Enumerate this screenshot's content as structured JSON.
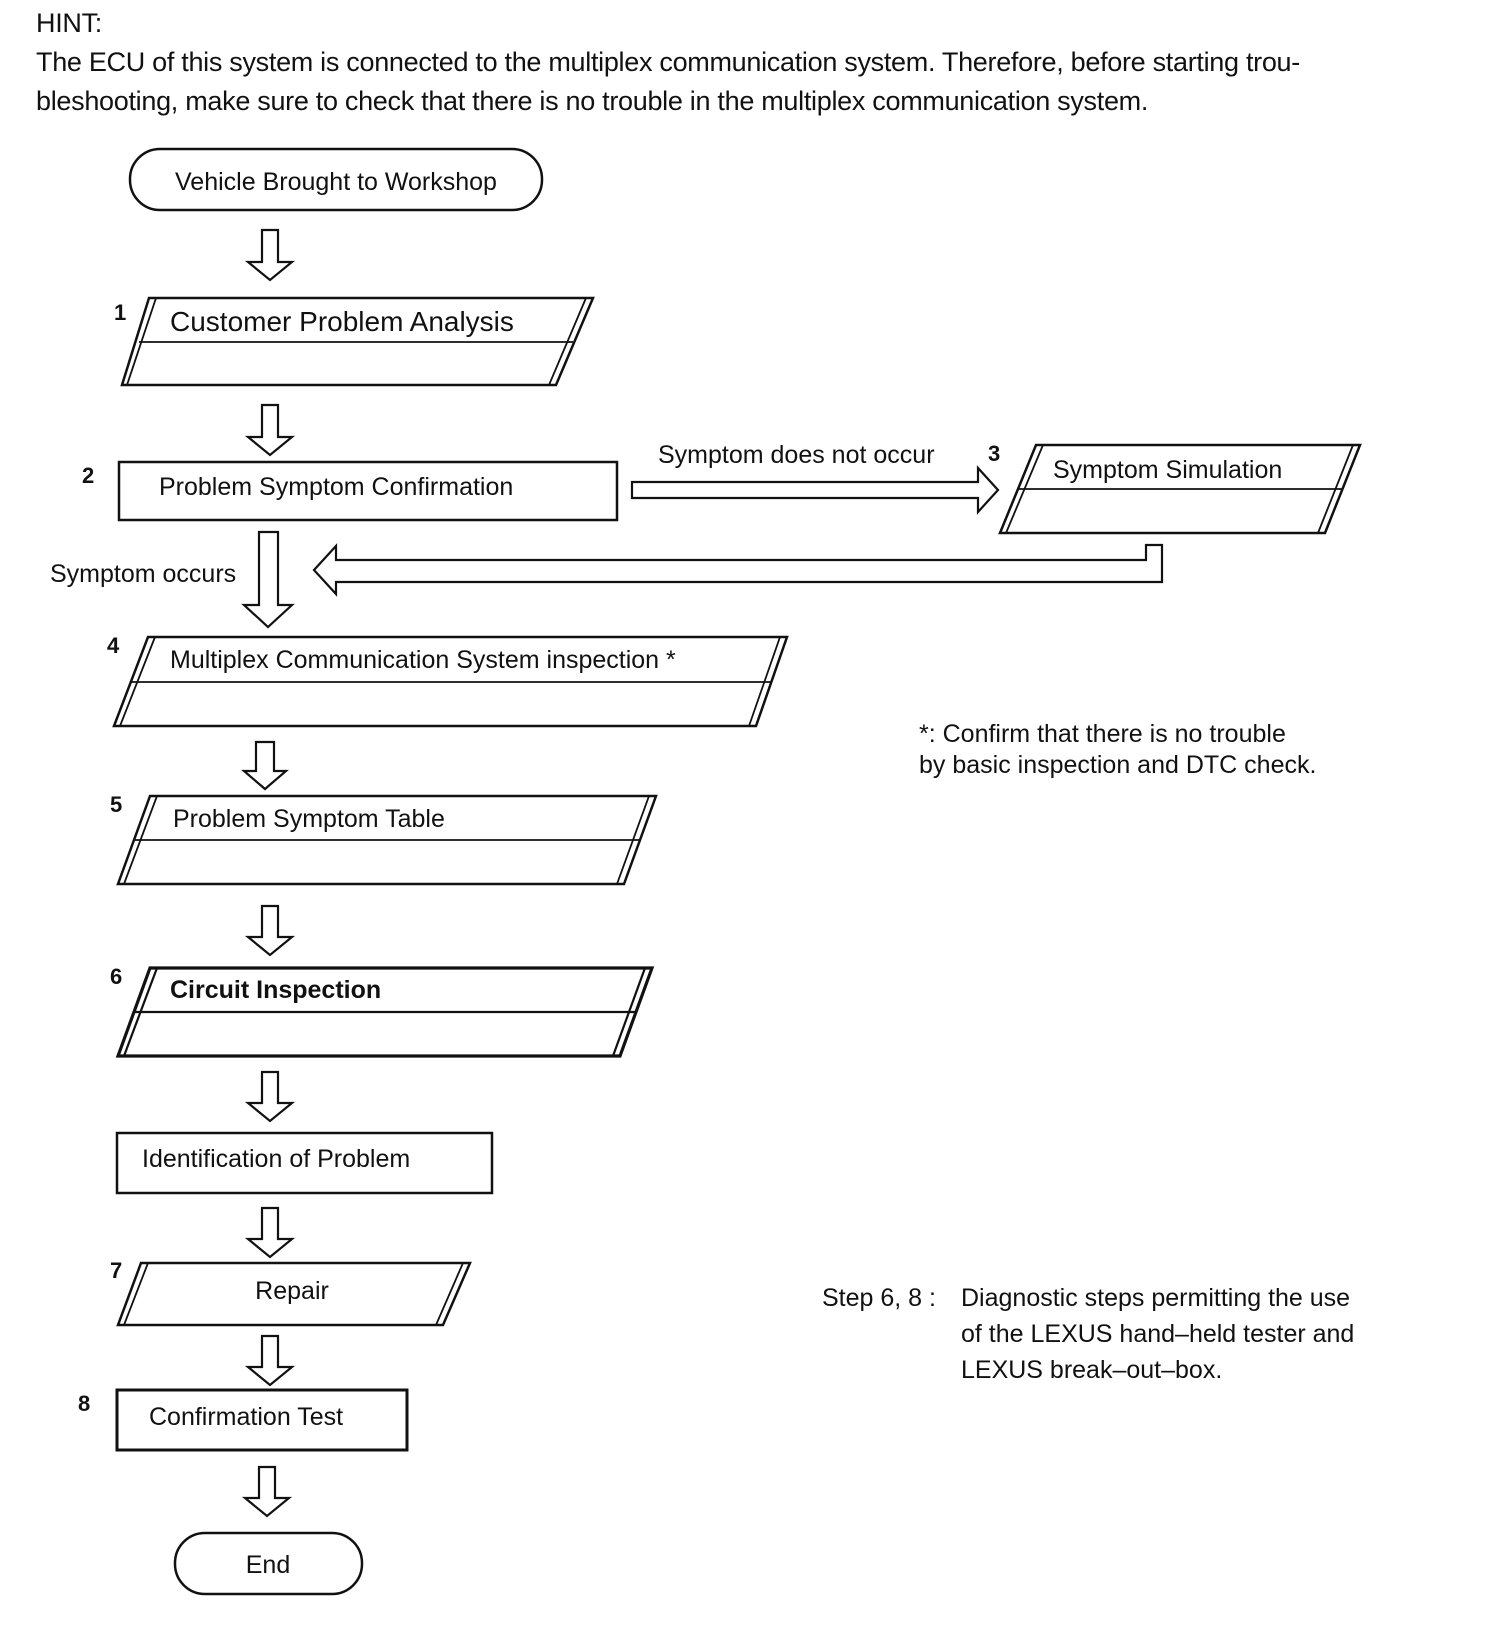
{
  "hint": {
    "title": "HINT:",
    "line1": "The ECU of this system is connected to the multiplex communication system. Therefore, before starting trou-",
    "line2": "bleshooting, make sure to check that there is no trouble in the multiplex communication system."
  },
  "flow": {
    "start": "Vehicle Brought to Workshop",
    "step1": {
      "num": "1",
      "label": "Customer Problem Analysis"
    },
    "step2": {
      "num": "2",
      "label": "Problem Symptom Confirmation"
    },
    "branch_not_occur": "Symptom does not occur",
    "step3": {
      "num": "3",
      "label": "Symptom Simulation"
    },
    "branch_occurs": "Symptom occurs",
    "step4": {
      "num": "4",
      "label": "Multiplex Communication System inspection *"
    },
    "step5": {
      "num": "5",
      "label": "Problem Symptom Table"
    },
    "step6": {
      "num": "6",
      "label": "Circuit Inspection"
    },
    "identification": "Identification of Problem",
    "step7": {
      "num": "7",
      "label": "Repair"
    },
    "step8": {
      "num": "8",
      "label": "Confirmation Test"
    },
    "end": "End"
  },
  "notes": {
    "asterisk_line1": "*: Confirm that there is no trouble",
    "asterisk_line2": "by basic inspection and DTC check.",
    "steps_prefix": "Step 6, 8 :",
    "steps_line1": "Diagnostic steps permitting the use",
    "steps_line2": "of the LEXUS hand–held tester and",
    "steps_line3": "LEXUS break–out–box."
  }
}
